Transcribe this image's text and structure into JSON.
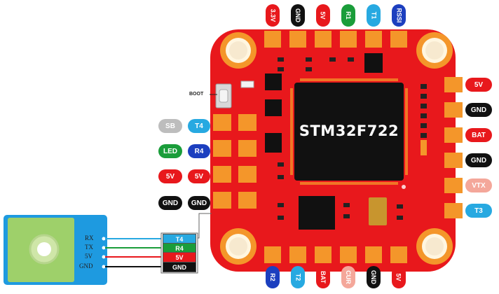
{
  "board": {
    "mcu_label": "STM32F722",
    "boot_label": "BOOT",
    "top_pads": [
      {
        "label": "3.3V",
        "color": "#e8181c"
      },
      {
        "label": "GND",
        "color": "#111111"
      },
      {
        "label": "5V",
        "color": "#e8181c"
      },
      {
        "label": "R1",
        "color": "#1a9d3a"
      },
      {
        "label": "T1",
        "color": "#27a9e1"
      },
      {
        "label": "RSSI",
        "color": "#1c3fbf"
      }
    ],
    "right_pads": [
      {
        "label": "5V",
        "color": "#e8181c"
      },
      {
        "label": "GND",
        "color": "#111111"
      },
      {
        "label": "BAT",
        "color": "#e8181c"
      },
      {
        "label": "GND",
        "color": "#111111"
      },
      {
        "label": "VTX",
        "color": "#f4a79a"
      },
      {
        "label": "T3",
        "color": "#27a9e1"
      }
    ],
    "bottom_pads": [
      {
        "label": "R2",
        "color": "#1c3fbf"
      },
      {
        "label": "T2",
        "color": "#27a9e1"
      },
      {
        "label": "BAT",
        "color": "#e8181c"
      },
      {
        "label": "CUR",
        "color": "#f4a79a"
      },
      {
        "label": "GND",
        "color": "#111111"
      },
      {
        "label": "5V",
        "color": "#e8181c"
      }
    ],
    "left_pads": [
      [
        {
          "label": "SB",
          "color": "#bdbdbd"
        },
        {
          "label": "T4",
          "color": "#27a9e1"
        }
      ],
      [
        {
          "label": "LED",
          "color": "#1a9d3a"
        },
        {
          "label": "R4",
          "color": "#1c3fbf"
        }
      ],
      [
        {
          "label": "5V",
          "color": "#e8181c"
        },
        {
          "label": "5V",
          "color": "#e8181c"
        }
      ],
      [
        {
          "label": "GND",
          "color": "#111111"
        },
        {
          "label": "GND",
          "color": "#111111"
        }
      ]
    ]
  },
  "receiver": {
    "pins": [
      "RX",
      "TX",
      "5V",
      "GND"
    ],
    "wire_labels": [
      {
        "label": "T4",
        "color": "#27a9e1"
      },
      {
        "label": "R4",
        "color": "#1a9d3a"
      },
      {
        "label": "5V",
        "color": "#e8181c"
      },
      {
        "label": "GND",
        "color": "#111111"
      }
    ],
    "wire_colors": [
      "#27a9e1",
      "#1a9d3a",
      "#e8181c",
      "#111111"
    ],
    "body_color": "#1e9ae0",
    "face_color": "#9ed06a"
  },
  "colors": {
    "pcb": "#e8181c",
    "pad": "#f4962a",
    "chip": "#111111"
  }
}
